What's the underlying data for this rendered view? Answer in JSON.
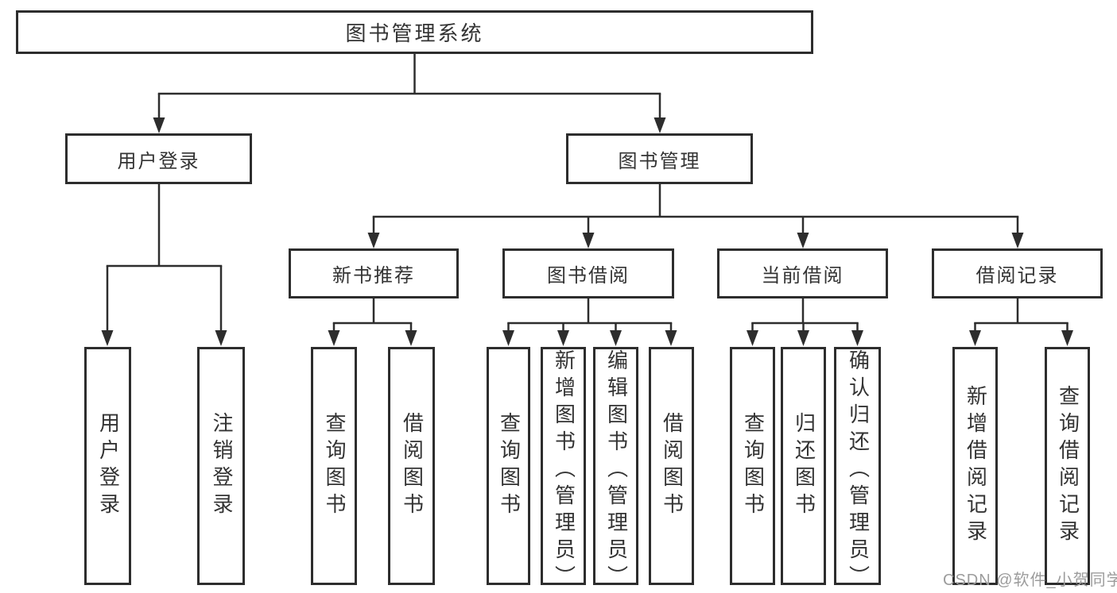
{
  "tree": {
    "root": {
      "label": "图书管理系统",
      "children": [
        {
          "label": "用户登录",
          "children": [
            {
              "label": "用户登录"
            },
            {
              "label": "注销登录"
            }
          ]
        },
        {
          "label": "图书管理",
          "children": [
            {
              "label": "新书推荐",
              "children": [
                {
                  "label": "查询图书"
                },
                {
                  "label": "借阅图书"
                }
              ]
            },
            {
              "label": "图书借阅",
              "children": [
                {
                  "label": "查询图书"
                },
                {
                  "label": "新增图书（管理员）"
                },
                {
                  "label": "编辑图书（管理员）"
                },
                {
                  "label": "借阅图书"
                }
              ]
            },
            {
              "label": "当前借阅",
              "children": [
                {
                  "label": "查询图书"
                },
                {
                  "label": "归还图书"
                },
                {
                  "label": "确认归还（管理员）"
                }
              ]
            },
            {
              "label": "借阅记录",
              "children": [
                {
                  "label": "新增借阅记录"
                },
                {
                  "label": "查询借阅记录"
                }
              ]
            }
          ]
        }
      ]
    }
  },
  "watermark": "CSDN @软件_小贺同学",
  "colors": {
    "line": "#2d2d2d",
    "text": "#333333",
    "watermark": "#9c9c9c",
    "background": "#ffffff"
  }
}
